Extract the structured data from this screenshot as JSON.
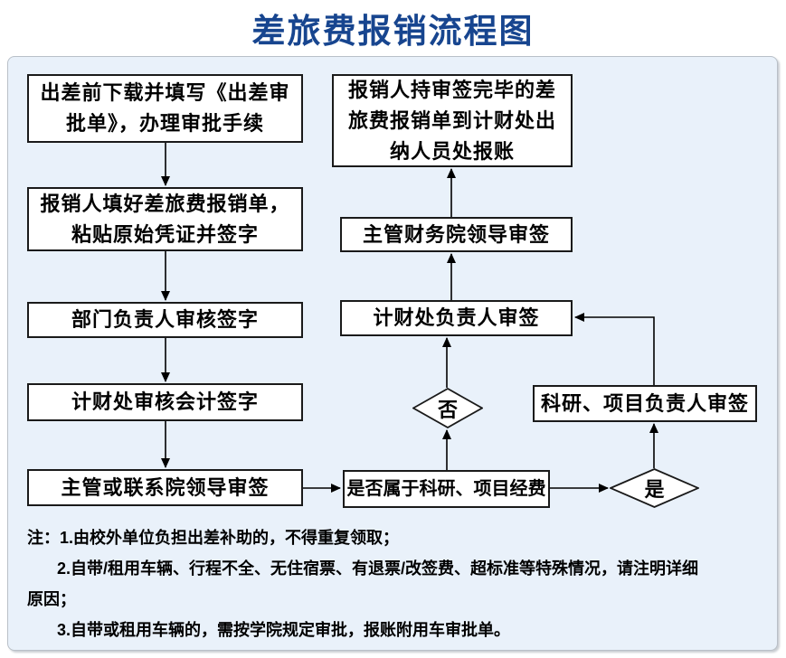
{
  "title": "差旅费报销流程图",
  "colors": {
    "title_text": "#17458f",
    "panel_bg": "#e9f1fa",
    "panel_border": "#b9c0c8",
    "node_bg": "#ffffff",
    "node_border": "#1a1a1a",
    "connector": "#000000"
  },
  "nodes": {
    "step1": {
      "label": "出差前下载并填写《出差审\n批单》，办理审批手续"
    },
    "step2": {
      "label": "报销人填好差旅费报销单，\n粘贴原始凭证并签字"
    },
    "step3": {
      "label": "部门负责人审核签字"
    },
    "step4": {
      "label": "计财处审核会计签字"
    },
    "step5": {
      "label": "主管或联系院领导审签"
    },
    "decision_funds": {
      "label": "是否属于科研、项目经费"
    },
    "decision_no": {
      "label": "否"
    },
    "decision_yes": {
      "label": "是"
    },
    "step6": {
      "label": "计财处负责人审签"
    },
    "step7": {
      "label": "主管财务院领导审签"
    },
    "step8": {
      "label": "报销人持审签完毕的差\n旅费报销单到计财处出\n纳人员处报账"
    },
    "step_project": {
      "label": "科研、项目负责人审签"
    }
  },
  "notes": {
    "line1": "注：1.由校外单位负担出差补助的，不得重复领取；",
    "line2": "2.自带/租用车辆、行程不全、无住宿票、有退票/改签费、超标准等特殊情况，请注明详细",
    "line3": "原因；",
    "line4": "3.自带或租用车辆的，需按学院规定审批，报账附用车审批单。"
  }
}
